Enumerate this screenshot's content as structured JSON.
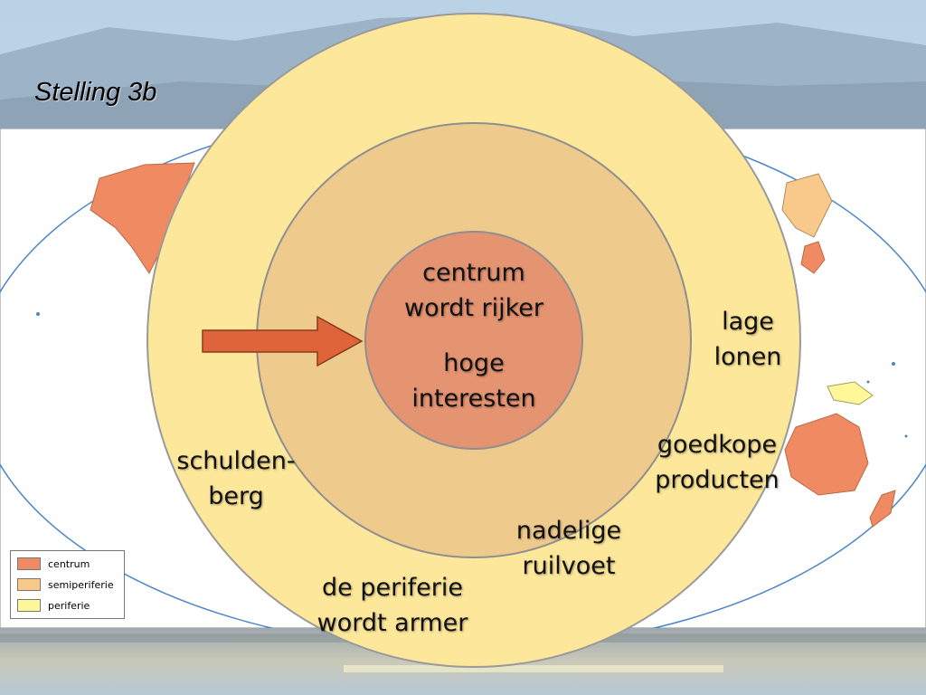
{
  "title": "Stelling 3b",
  "colors": {
    "centrum": "#F08A62",
    "semiperiferie": "#F8C98A",
    "periferie": "#FFF79A",
    "outer_ring": "#FDE79A",
    "middle_ring": "#EECA8C",
    "inner_circle": "#E59472",
    "arrow": "#E0643A"
  },
  "diagram": {
    "inner": [
      "centrum",
      "wordt rijker",
      "hoge",
      "interesten"
    ],
    "outer": {
      "lage_lonen": [
        "lage",
        "lonen"
      ],
      "goedkope_producten": [
        "goedkope",
        "producten"
      ],
      "nadelige_ruilvoet": [
        "nadelige",
        "ruilvoet"
      ],
      "periferie": [
        "de periferie",
        "wordt armer"
      ],
      "schuldenberg": [
        "schulden-",
        "berg"
      ]
    },
    "arrow_icon": "right-arrow-icon"
  },
  "legend": [
    {
      "label": "centrum",
      "color": "#F08A62"
    },
    {
      "label": "semiperiferie",
      "color": "#F8C98A"
    },
    {
      "label": "periferie",
      "color": "#FFF79A"
    }
  ]
}
